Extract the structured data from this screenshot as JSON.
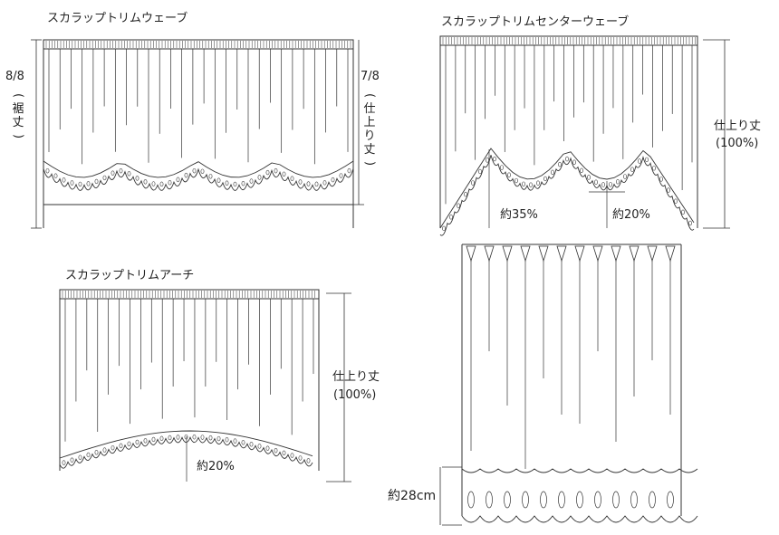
{
  "diagrams": {
    "scallop_trim_wave": {
      "title": "スカラップトリムウェーブ",
      "left_ratio": "8/8",
      "left_note": "(裾丈)",
      "right_ratio": "7/8",
      "right_note": "(仕上り丈)"
    },
    "scallop_trim_center_wave": {
      "title": "スカラップトリムセンターウェーブ",
      "height_label": "仕上り丈",
      "height_pct": "(100%)",
      "center_pct": "約35%",
      "side_pct": "約20%"
    },
    "scallop_trim_arch": {
      "title": "スカラップトリムアーチ",
      "height_label": "仕上り丈",
      "height_pct": "(100%)",
      "arch_pct": "約20%"
    },
    "straight_scallop": {
      "hem_label": "約28cm"
    }
  }
}
